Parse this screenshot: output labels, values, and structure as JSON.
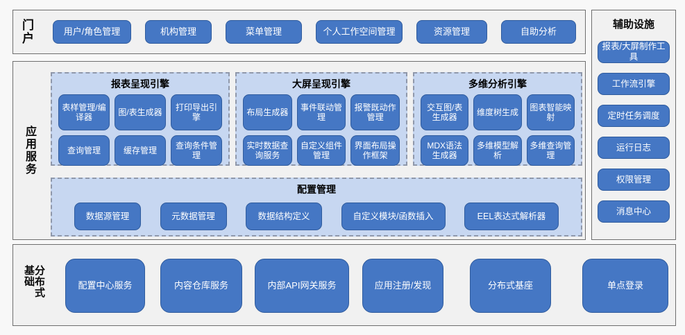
{
  "colors": {
    "button_fill": "#4577c4",
    "button_border": "#2f5b9d",
    "button_text": "#ffffff",
    "panel_fill": "#c7d7f1",
    "panel_dashed_border": "#8f98ab",
    "section_fill": "#f1f1f1",
    "section_border": "#6e6e6e",
    "page_background": "#f8f8f8"
  },
  "portal": {
    "label": "门户",
    "buttons": [
      "用户/角色管理",
      "机构管理",
      "菜单管理",
      "个人工作空间管理",
      "资源管理",
      "自助分析"
    ]
  },
  "app_services": {
    "label": "应用服务",
    "engines": [
      {
        "title": "报表呈现引擎",
        "buttons": [
          "表样管理/编译器",
          "图/表生成器",
          "打印导出引擎",
          "查询管理",
          "缓存管理",
          "查询条件管理"
        ]
      },
      {
        "title": "大屏呈现引擎",
        "buttons": [
          "布局生成器",
          "事件联动管理",
          "报警既动作管理",
          "实时数据查询服务",
          "自定义组件管理",
          "界面布局操作框架"
        ]
      },
      {
        "title": "多维分析引擎",
        "buttons": [
          "交互图/表生成器",
          "维度树生成",
          "图表智能映射",
          "MDX语法生成器",
          "多维模型解析",
          "多维查询管理"
        ]
      }
    ],
    "config": {
      "title": "配置管理",
      "buttons": [
        "数据源管理",
        "元数据管理",
        "数据结构定义",
        "自定义模块/函数插入",
        "EEL表达式解析器"
      ]
    }
  },
  "auxiliary": {
    "title": "辅助设施",
    "buttons": [
      "报表/大屏制作工具",
      "工作流引擎",
      "定时任务调度",
      "运行日志",
      "权限管理",
      "消息中心"
    ]
  },
  "distributed": {
    "label": "分布式基础",
    "buttons": [
      "配置中心服务",
      "内容仓库服务",
      "内部API网关服务",
      "应用注册/发现",
      "分布式基座",
      "单点登录"
    ]
  }
}
